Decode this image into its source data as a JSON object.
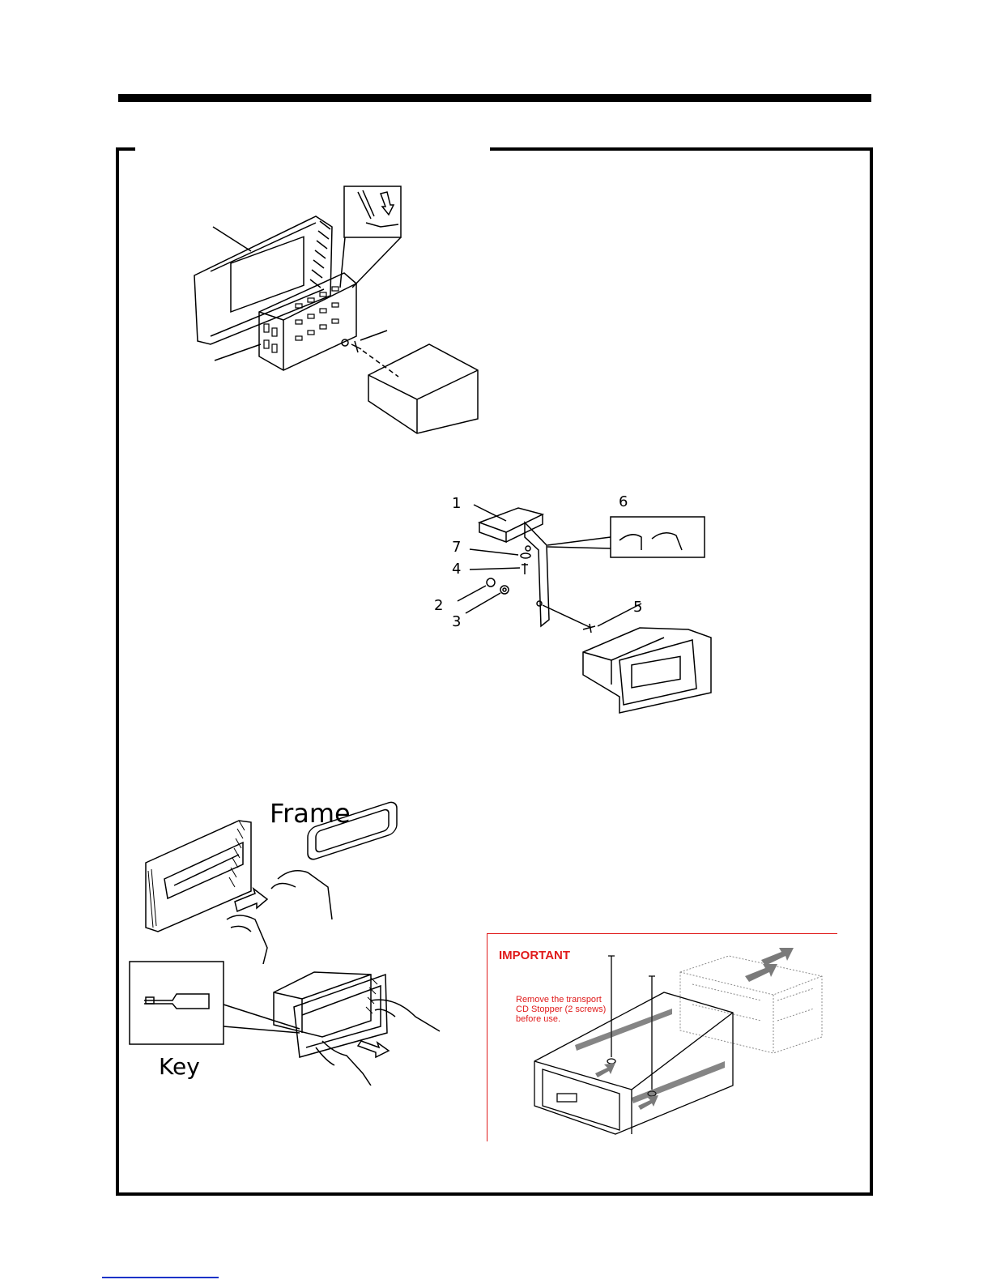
{
  "figure_2": {
    "labels": [
      "1",
      "6",
      "7",
      "4",
      "2",
      "3",
      "5"
    ]
  },
  "figure_3": {
    "frame_label": "Frame",
    "key_label": "Key"
  },
  "important_box": {
    "title": "IMPORTANT",
    "note": "Remove the transport\nCD Stopper (2 screws)\nbefore use."
  },
  "colors": {
    "line": "#000000",
    "important_accent": "#e01b1b",
    "link_underline": "#1a33c8"
  }
}
